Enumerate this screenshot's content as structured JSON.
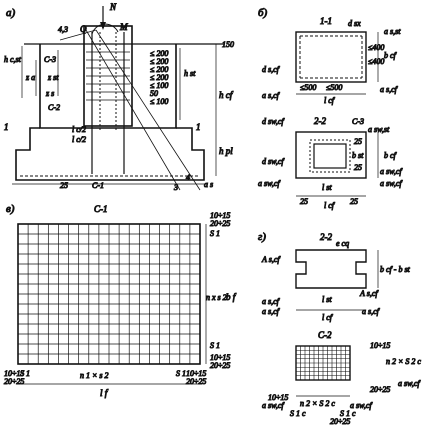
{
  "panel_labels": {
    "a": "а)",
    "b": "б)",
    "v": "в)",
    "g": "г)"
  },
  "section_labels": {
    "s11": "1-1",
    "s22": "2-2",
    "s22b": "2-2",
    "c1": "С-1",
    "c1b": "С-1",
    "c2": "С-2",
    "c3": "С-3",
    "c3b": "С-3",
    "c2a": "С-2",
    "i1": "1",
    "i1b": "1"
  },
  "panel_a": {
    "N": "N",
    "M": "M",
    "Q": "Q",
    "n43": "4,3",
    "n3": "3",
    "n4": "4",
    "hcst": "h c,st",
    "za": "z a",
    "zst": "z st",
    "zs": "z s",
    "hst": "h st",
    "hcf": "h cf",
    "hpl": "h pl",
    "as": "a s",
    "lcb2": "l c/2",
    "lc2": "l c/2",
    "d150": "150",
    "d25": "25",
    "d25b": "25",
    "ticks": [
      "≤ 200",
      "≤ 200",
      "≤ 200",
      "≤ 200",
      "≤ 100",
      "50",
      "≤ 100"
    ]
  },
  "panel_b": {
    "dsx": "d sx",
    "dscf": "d s,cf",
    "ascf1": "a s,cf",
    "ascf2": "a s,cf",
    "asst": "a s,st",
    "le400a": "≤400",
    "le400b": "≤400",
    "le500a": "≤500",
    "le500b": "≤500",
    "lcf": "l cf",
    "bcf": "b cf",
    "dswcf": "d sw,cf",
    "dswcf2": "d sw,cf",
    "aswst": "a sw,st",
    "bst": "b st",
    "lst": "l st",
    "d25a": "25",
    "d25c": "25",
    "d25d": "25",
    "d25e": "25",
    "aswcf1": "a sw,cf",
    "aswcf2": "a sw,cf",
    "aswcf3": "a sw,cf",
    "bcf2": "b cf",
    "lcf2": "l cf"
  },
  "panel_v": {
    "s1a": "S 1",
    "s1b": "S 1",
    "s1c": "S 1",
    "s1d": "S 1",
    "nxs2": "n x s 2",
    "nxs2b": "n 1 × s 2",
    "bf": "b f",
    "lf": "l f",
    "d1015a": "10÷15",
    "d2025a": "20÷25",
    "d1015b": "10÷15",
    "d2025b": "20÷25",
    "d1015c": "10÷15",
    "d2025c": "20÷25",
    "d1015d": "10÷15",
    "d2025d": "20÷25"
  },
  "panel_g": {
    "ecq": "e cq",
    "ascf": "A s,cf",
    "ascf2": "A s,cf",
    "bcfbst": "b cf - b st",
    "lst": "l st",
    "lcf": "l cf",
    "ascf3": "a s,cf",
    "ascf4": "a s,cf",
    "ascf5": "a s,cf",
    "aswcf": "a sw,cf",
    "aswcf2": "a sw,cf",
    "aswcf3": "a sw,cf",
    "s1": "S 1 c",
    "s1b": "S 1 c",
    "n2s2": "n 2 × S 2 c",
    "n2s2b": "n 2 × S 2 c",
    "d1015": "10÷15",
    "d2025": "20÷25",
    "d1015b": "10÷15",
    "d2025b": "20÷25"
  }
}
